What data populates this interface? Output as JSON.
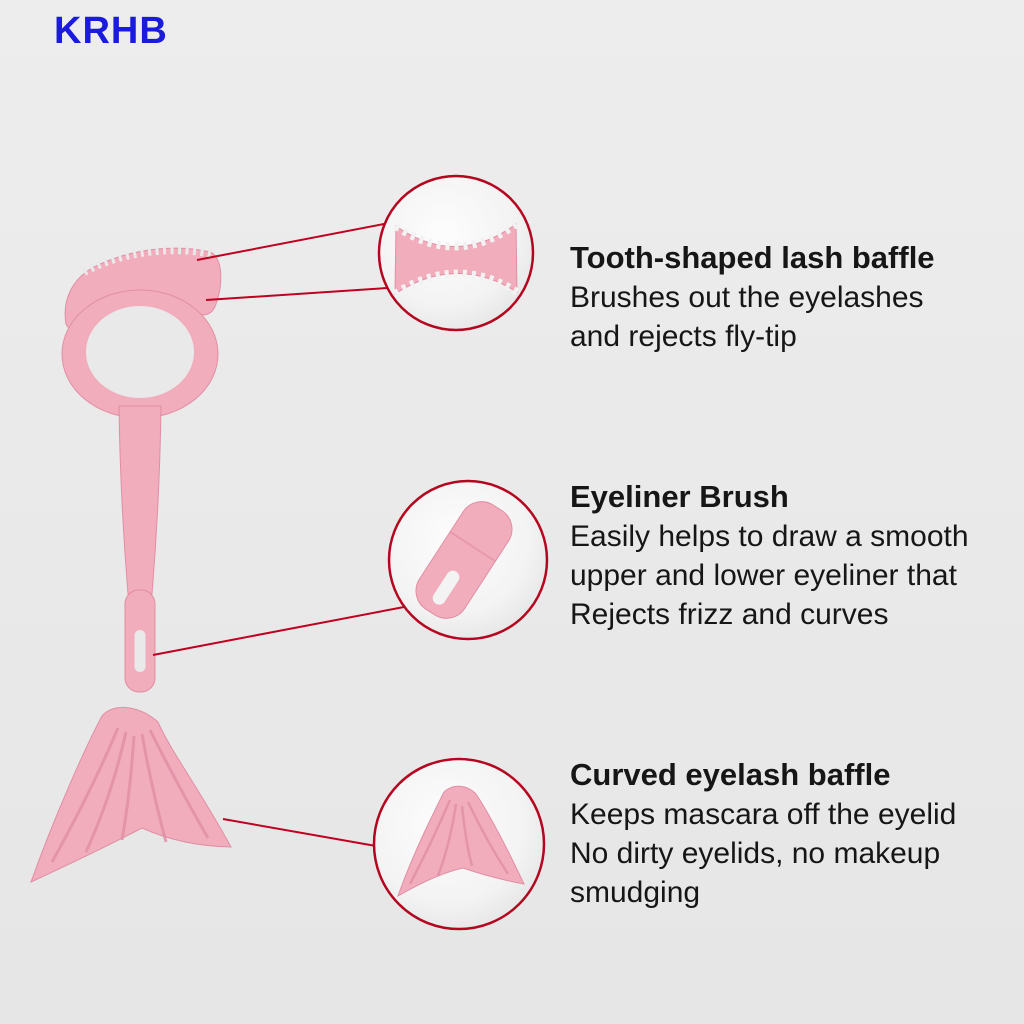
{
  "watermark": {
    "text": "KRHB"
  },
  "colors": {
    "page-bg": "#e9e9e9",
    "brand-blue": "#1b1be0",
    "tool-pink": "#f2adbd",
    "tool-pink-dark": "#e08ea4",
    "callout-red": "#c00020",
    "circle-border": "#b5051f",
    "text-dark": "#161616"
  },
  "callouts": [
    {
      "title": "Tooth-shaped lash baffle",
      "lines": [
        "Brushes out the eyelashes",
        "and rejects fly-tip"
      ]
    },
    {
      "title": "Eyeliner Brush",
      "lines": [
        "Easily helps to draw a smooth",
        "upper and lower eyeliner that",
        "Rejects frizz and curves"
      ]
    },
    {
      "title": "Curved eyelash baffle",
      "lines": [
        "Keeps mascara off the eyelid",
        "No dirty eyelids, no makeup",
        "smudging"
      ]
    }
  ],
  "illustration": {
    "graphics": [
      "lash-comb-detail",
      "eyeliner-brush-tip-detail",
      "curved-fan-baffle-detail"
    ]
  }
}
